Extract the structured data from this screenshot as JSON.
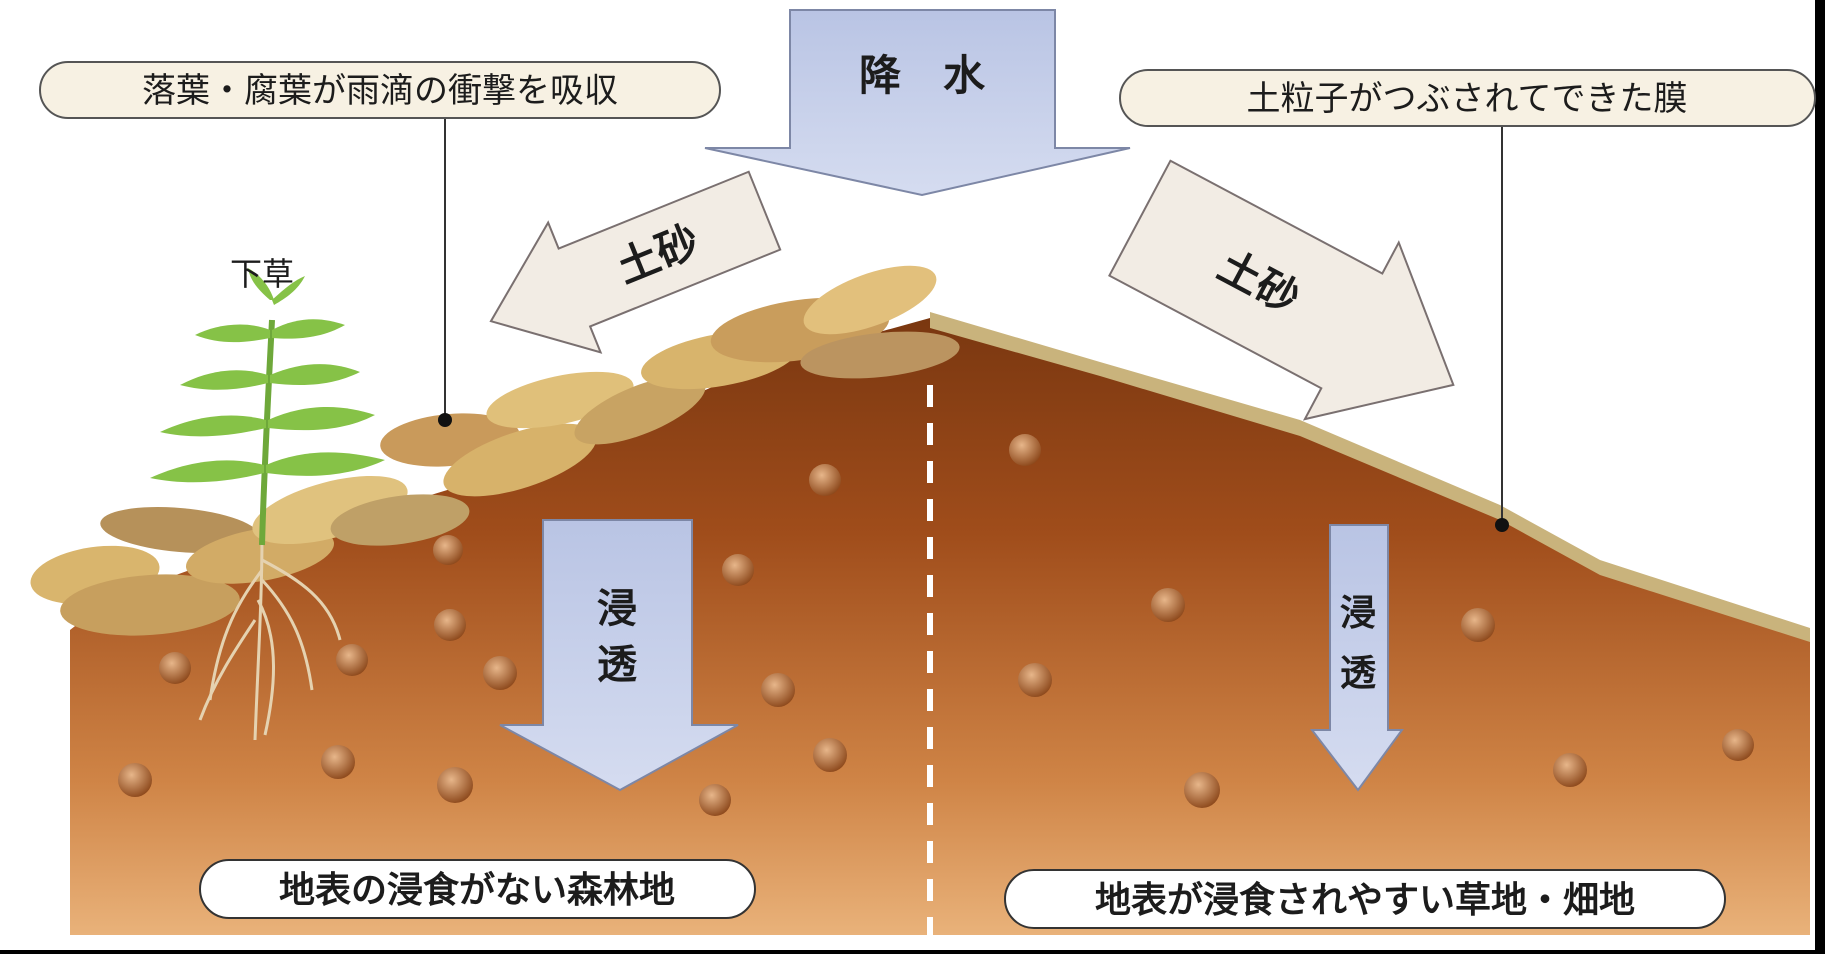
{
  "labels": {
    "rainfall": "降　水",
    "leaf_callout": "落葉・腐葉が雨滴の衝撃を吸収",
    "membrane_callout": "土粒子がつぶされてできた膜",
    "undergrowth": "下草",
    "sediment_left": "土砂",
    "sediment_right": "土砂",
    "infiltration_left": "浸透",
    "infiltration_right": "浸透",
    "forest_caption": "地表の浸食がない森林地",
    "field_caption": "地表が浸食されやすい草地・畑地"
  },
  "colors": {
    "soil_dark": "#7a3710",
    "soil_mid": "#b15a22",
    "soil_light": "#e3a367",
    "leaf_litter": "#d4b06a",
    "surface_crust": "#c9b37c",
    "arrow_blue": "#c9d2ea",
    "arrow_cream": "#f2ece4",
    "plant_green": "#7fb83a",
    "callout_fill": "#f7f1e3"
  },
  "icons": [
    "plant-icon",
    "leaf-litter-icon",
    "soil-pebble-icon",
    "arrow-down-icon",
    "arrow-diagonal-icon"
  ]
}
